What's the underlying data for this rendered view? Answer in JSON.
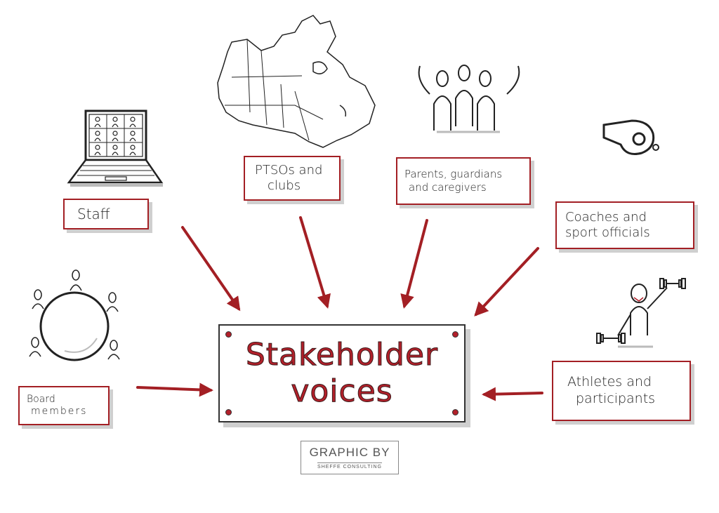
{
  "center": {
    "line1": "Stakeholder",
    "line2": "voices"
  },
  "stakeholders": {
    "staff": {
      "lines": [
        "Staff"
      ]
    },
    "ptsos": {
      "lines": [
        "PTSOs and",
        "clubs"
      ]
    },
    "parents": {
      "lines": [
        "Parents, guardians",
        "and caregivers"
      ]
    },
    "coaches": {
      "lines": [
        "Coaches and",
        "sport officials"
      ]
    },
    "board": {
      "lines": [
        "Board",
        "members"
      ]
    },
    "athletes": {
      "lines": [
        "Athletes and",
        "participants"
      ]
    }
  },
  "credit": {
    "line1": "GRAPHIC BY",
    "line2": "SHEFFE CONSULTING"
  },
  "colors": {
    "accent": "#a31f24",
    "ink": "#222222",
    "shadow": "#cfcfcf"
  },
  "icons": [
    "laptop-video-call-icon",
    "canada-map-icon",
    "cheering-people-icon",
    "whistle-icon",
    "round-table-icon",
    "athlete-dumbbells-icon"
  ]
}
